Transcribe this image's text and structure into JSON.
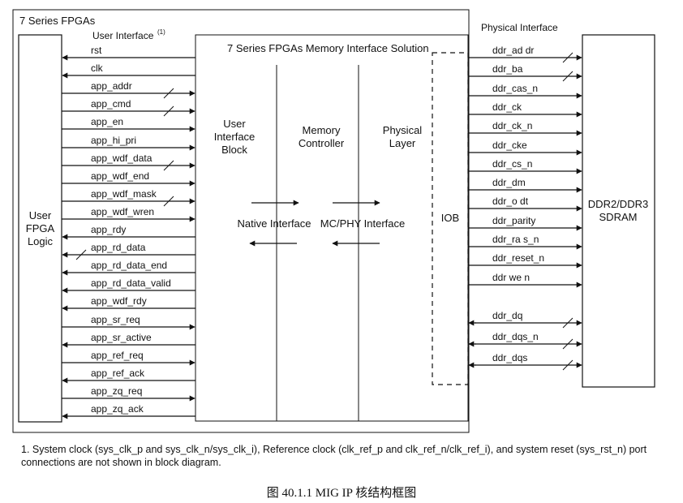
{
  "outer_title": "7 Series FPGAs",
  "user_interface_label": "User Interface",
  "user_interface_sup": "(1)",
  "solution_title": "7 Series FPGAs Memory Interface Solution",
  "physical_interface_label": "Physical Interface",
  "user_logic": [
    "User",
    "FPGA",
    "Logic"
  ],
  "blocks": {
    "ui_block": [
      "User",
      "Interface",
      "Block"
    ],
    "memory_controller": [
      "Memory",
      "Controller"
    ],
    "physical_layer": [
      "Physical",
      "Layer"
    ],
    "native_interface": "Native Interface",
    "mcphy_interface": "MC/PHY Interface",
    "iob": "IOB",
    "sdram": [
      "DDR2/DDR3",
      "SDRAM"
    ]
  },
  "user_signals": [
    {
      "name": "rst",
      "dir": "to_user",
      "bus": false
    },
    {
      "name": "clk",
      "dir": "to_user",
      "bus": false
    },
    {
      "name": "app_addr",
      "dir": "to_mig",
      "bus": true
    },
    {
      "name": "app_cmd",
      "dir": "to_mig",
      "bus": true
    },
    {
      "name": "app_en",
      "dir": "to_mig",
      "bus": false
    },
    {
      "name": "app_hi_pri",
      "dir": "to_mig",
      "bus": false
    },
    {
      "name": "app_wdf_data",
      "dir": "to_mig",
      "bus": true
    },
    {
      "name": "app_wdf_end",
      "dir": "to_mig",
      "bus": false
    },
    {
      "name": "app_wdf_mask",
      "dir": "to_mig",
      "bus": true
    },
    {
      "name": "app_wdf_wren",
      "dir": "to_mig",
      "bus": false
    },
    {
      "name": "app_rdy",
      "dir": "to_user",
      "bus": false
    },
    {
      "name": "app_rd_data",
      "dir": "to_user",
      "bus": true
    },
    {
      "name": "app_rd_data_end",
      "dir": "to_user",
      "bus": false
    },
    {
      "name": "app_rd_data_valid",
      "dir": "to_user",
      "bus": false
    },
    {
      "name": "app_wdf_rdy",
      "dir": "to_user",
      "bus": false
    },
    {
      "name": "app_sr_req",
      "dir": "to_mig",
      "bus": false
    },
    {
      "name": "app_sr_active",
      "dir": "to_user",
      "bus": false
    },
    {
      "name": "app_ref_req",
      "dir": "to_mig",
      "bus": false
    },
    {
      "name": "app_ref_ack",
      "dir": "to_user",
      "bus": false
    },
    {
      "name": "app_zq_req",
      "dir": "to_mig",
      "bus": false
    },
    {
      "name": "app_zq_ack",
      "dir": "to_user",
      "bus": false
    }
  ],
  "phy_signals": [
    {
      "name": "ddr_ad dr",
      "dir": "out",
      "bus": true
    },
    {
      "name": "ddr_ba",
      "dir": "out",
      "bus": true
    },
    {
      "name": "ddr_cas_n",
      "dir": "out",
      "bus": false
    },
    {
      "name": "ddr_ck",
      "dir": "out",
      "bus": false
    },
    {
      "name": "ddr_ck_n",
      "dir": "out",
      "bus": false
    },
    {
      "name": "ddr_cke",
      "dir": "out",
      "bus": false
    },
    {
      "name": "ddr_cs_n",
      "dir": "out",
      "bus": false
    },
    {
      "name": "ddr_dm",
      "dir": "out",
      "bus": false
    },
    {
      "name": "ddr_o dt",
      "dir": "out",
      "bus": false
    },
    {
      "name": "ddr_parity",
      "dir": "out",
      "bus": false
    },
    {
      "name": "ddr_ra s_n",
      "dir": "out",
      "bus": false
    },
    {
      "name": "ddr_reset_n",
      "dir": "out",
      "bus": false
    },
    {
      "name": "ddr we n",
      "dir": "out",
      "bus": false
    },
    {
      "name": "ddr_dq",
      "dir": "bidir",
      "bus": true
    },
    {
      "name": "ddr_dqs_n",
      "dir": "bidir",
      "bus": true
    },
    {
      "name": "ddr_dqs",
      "dir": "bidir",
      "bus": true
    }
  ],
  "footnote": "1. System clock (sys_clk_p and sys_clk_n/sys_clk_i), Reference clock (clk_ref_p and clk_ref_n/clk_ref_i), and system reset (sys_rst_n) port connections are not shown in block diagram.",
  "caption": "图 40.1.1 MIG IP 核结构框图"
}
